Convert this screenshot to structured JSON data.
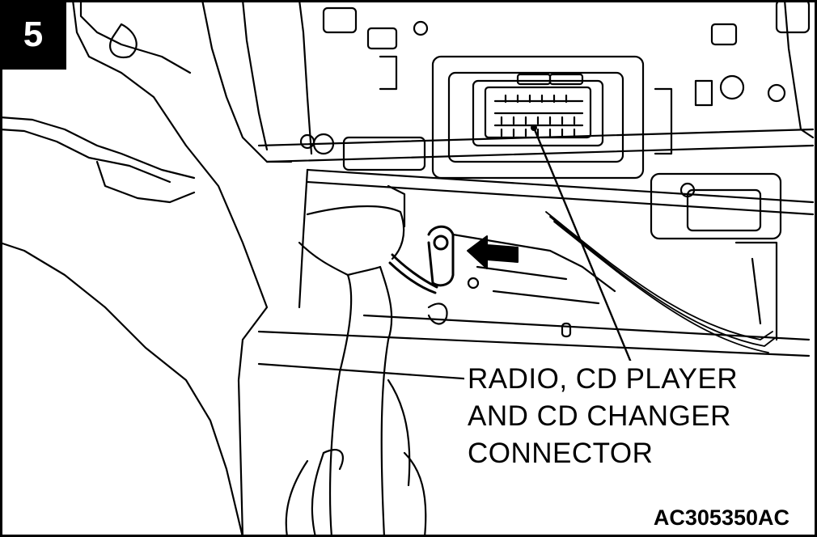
{
  "step_number": "5",
  "callout": {
    "line1": "RADIO, CD PLAYER",
    "line2": "AND CD CHANGER",
    "line3": "CONNECTOR"
  },
  "figure_code": "AC305350AC",
  "icons": {
    "arrow": "direction-arrow-icon"
  },
  "colors": {
    "ink": "#000000",
    "paper": "#ffffff"
  }
}
